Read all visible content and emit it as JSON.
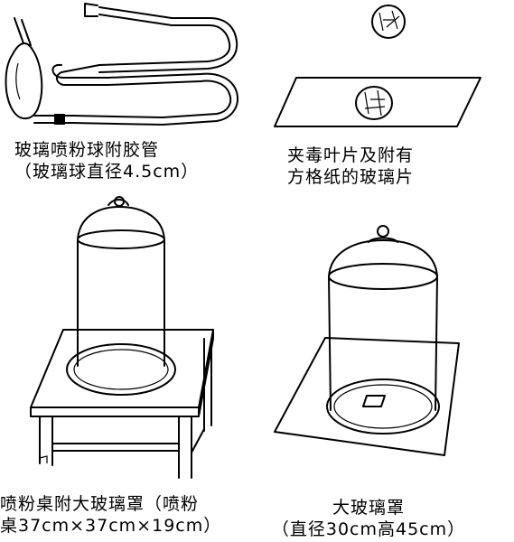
{
  "figures": [
    {
      "id": "sprayer",
      "caption": [
        "玻璃喷粉球附胶管",
        "（玻璃球直径4.5cm）"
      ]
    },
    {
      "id": "slide",
      "caption": [
        "夹毒叶片及附有",
        "方格纸的玻璃片"
      ]
    },
    {
      "id": "table-bell",
      "caption": [
        "喷粉桌附大玻璃罩（喷粉",
        "桌37cm×37cm×19cm）"
      ]
    },
    {
      "id": "large-bell",
      "caption": [
        "大玻璃罩",
        "（直径30cm高45cm）"
      ]
    }
  ],
  "colors": {
    "ink": "#000000",
    "paper": "#ffffff"
  }
}
